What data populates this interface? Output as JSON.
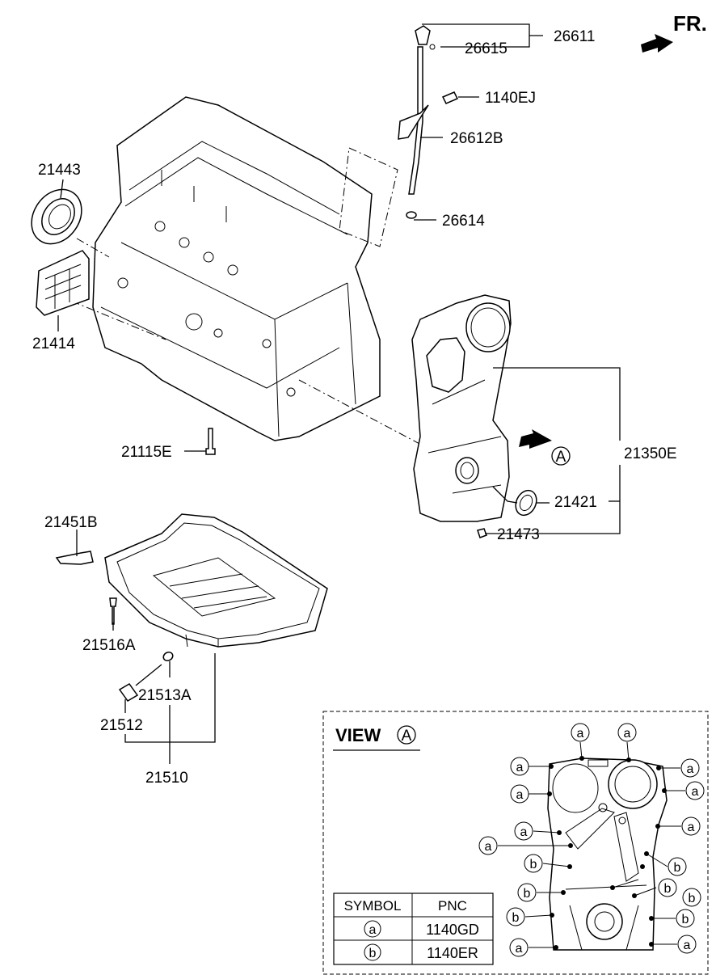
{
  "view": {
    "title": "VIEW",
    "marker": "A",
    "bolt_marker_a": "a",
    "bolt_marker_b": "b"
  },
  "orientation": {
    "label": "FR."
  },
  "parts": [
    {
      "id": "p26611",
      "label": "26611"
    },
    {
      "id": "p26615",
      "label": "26615"
    },
    {
      "id": "p1140EJ",
      "label": "1140EJ"
    },
    {
      "id": "p26612B",
      "label": "26612B"
    },
    {
      "id": "p26614",
      "label": "26614"
    },
    {
      "id": "p21443",
      "label": "21443"
    },
    {
      "id": "p21414",
      "label": "21414"
    },
    {
      "id": "p21115E",
      "label": "21115E"
    },
    {
      "id": "p21350E",
      "label": "21350E"
    },
    {
      "id": "p21421",
      "label": "21421"
    },
    {
      "id": "p21473",
      "label": "21473"
    },
    {
      "id": "p21451B",
      "label": "21451B"
    },
    {
      "id": "p21516A",
      "label": "21516A"
    },
    {
      "id": "p21513A",
      "label": "21513A"
    },
    {
      "id": "p21512",
      "label": "21512"
    },
    {
      "id": "p21510",
      "label": "21510"
    }
  ],
  "view_a_marker": "A",
  "symbol_table": {
    "headers": [
      "SYMBOL",
      "PNC"
    ],
    "rows": [
      {
        "symbol": "a",
        "pnc": "1140GD"
      },
      {
        "symbol": "b",
        "pnc": "1140ER"
      }
    ]
  }
}
